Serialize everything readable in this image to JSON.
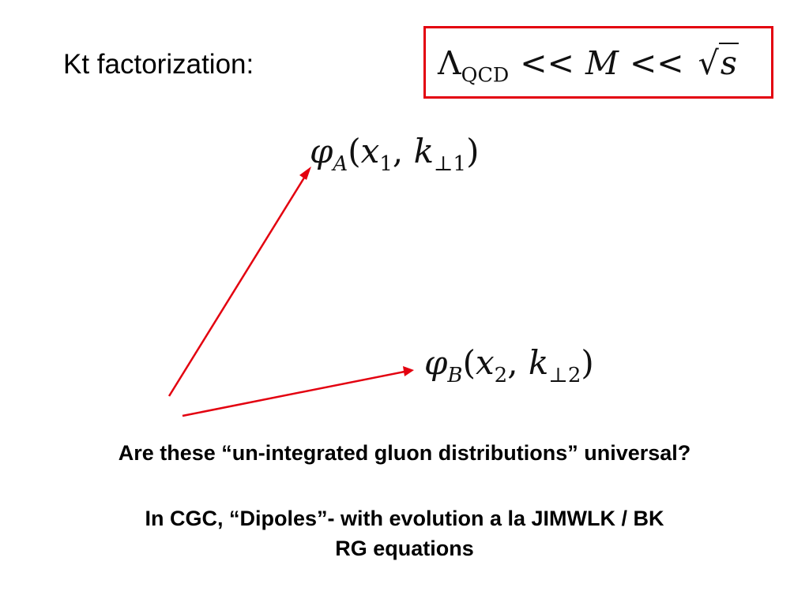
{
  "slide": {
    "title": "Kt factorization:",
    "condition": {
      "lambda": "Λ",
      "lambda_sub": "QCD",
      "op1": "<<",
      "m": "M",
      "op2": "<<",
      "sqrt_symbol": "√",
      "s": "s"
    },
    "phi_a": {
      "phi": "φ",
      "sub": "A",
      "open": "(",
      "x": "x",
      "x_sub": "1",
      "comma": ",",
      "k": "k",
      "k_sub": "⊥1",
      "close": ")"
    },
    "phi_b": {
      "phi": "φ",
      "sub": "B",
      "open": "(",
      "x": "x",
      "x_sub": "2",
      "comma": ",",
      "k": "k",
      "k_sub": "⊥2",
      "close": ")"
    },
    "question": "Are these “un-integrated gluon distributions” universal?",
    "cgc_line1": "In CGC, “Dipoles”- with evolution a la JIMWLK / BK",
    "cgc_line2": "RG equations"
  },
  "colors": {
    "accent_red": "#e3000f",
    "text": "#000000"
  }
}
